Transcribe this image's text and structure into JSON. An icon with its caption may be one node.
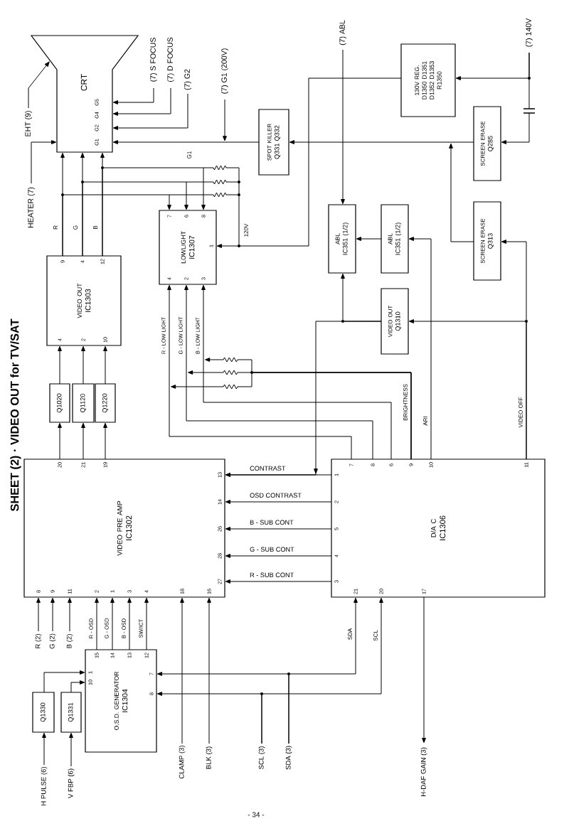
{
  "diagram": {
    "title": "SHEET (2) · VIDEO OUT for TV/SAT",
    "nodes": [
      {
        "text": [
          "CRT"
        ]
      },
      {
        "text": [
          "EHT (9)"
        ]
      },
      {
        "text": [
          "HEATER (7)"
        ]
      },
      {
        "text": [
          "(7) S FOCUS"
        ]
      },
      {
        "text": [
          "(7) D FOCUS"
        ]
      },
      {
        "text": [
          "(7) G2"
        ]
      },
      {
        "text": [
          "(7) G1 (200V)"
        ]
      },
      {
        "text": [
          "SPOT KILLER",
          "Q331 Q332"
        ]
      },
      {
        "text": [
          "(7) ABL"
        ]
      },
      {
        "text": [
          "130V REG.",
          "D1350 D1351 D1352 D1353 R1350"
        ]
      },
      {
        "text": [
          "(7) 140V"
        ]
      },
      {
        "text": [
          "SCREEN ERASE",
          "Q285"
        ]
      },
      {
        "text": [
          "VIDEO OUT",
          "IC1303"
        ]
      },
      {
        "text": [
          "LOWLIGHT",
          "IC1307"
        ]
      },
      {
        "text": [
          "ABL",
          "IC351 (1/2)"
        ]
      },
      {
        "text": [
          "ABL",
          "IC351 (1/2)"
        ]
      },
      {
        "text": [
          "SCREEN ERASE",
          "Q313"
        ]
      },
      {
        "text": [
          "Q1020"
        ]
      },
      {
        "text": [
          "Q1120"
        ]
      },
      {
        "text": [
          "Q1220"
        ]
      },
      {
        "text": [
          "VIDEO OUT",
          "Q1310"
        ]
      },
      {
        "text": [
          "VIDEO PRE AMP",
          "IC1302"
        ]
      },
      {
        "text": [
          "D/A C",
          "IC1306"
        ]
      },
      {
        "text": [
          "R (2)"
        ]
      },
      {
        "text": [
          "G (2)"
        ]
      },
      {
        "text": [
          "B (2)"
        ]
      },
      {
        "text": [
          "O.S.D. GENERATOR",
          "IC1304"
        ]
      },
      {
        "text": [
          "Q1330"
        ]
      },
      {
        "text": [
          "Q1331"
        ]
      },
      {
        "text": [
          "H PULSE (6)"
        ]
      },
      {
        "text": [
          "V FBP (6)"
        ]
      },
      {
        "text": [
          "CLAMP (3)"
        ]
      },
      {
        "text": [
          "BLK (3)"
        ]
      },
      {
        "text": [
          "SCL (3)"
        ]
      },
      {
        "text": [
          "SDA (3)"
        ]
      },
      {
        "text": [
          "H-DAF GAIN (3)"
        ]
      }
    ],
    "edges": [
      {
        "from": 1,
        "to": 0,
        "arrow": "to"
      },
      {
        "from": 2,
        "to": 0,
        "arrow": "to"
      },
      {
        "from": 3,
        "to": 0,
        "arrow": "to"
      },
      {
        "from": 4,
        "to": 0,
        "arrow": "to"
      },
      {
        "from": 5,
        "to": 0,
        "arrow": "to"
      },
      {
        "from": 6,
        "to": null,
        "arrow": "to"
      },
      {
        "from": 7,
        "to": 0,
        "arrow": "to",
        "label": "G1"
      },
      {
        "from": 10,
        "to": 9,
        "arrow": "to"
      },
      {
        "from": 10,
        "to": 11,
        "arrow": "to"
      },
      {
        "from": 11,
        "to": 7,
        "arrow": "to"
      },
      {
        "from": 16,
        "to": null,
        "arrow": "to"
      },
      {
        "from": 8,
        "to": 14,
        "arrow": "to"
      },
      {
        "from": 15,
        "to": 14,
        "arrow": "to"
      },
      {
        "from": 12,
        "to": 0,
        "arrow": "to",
        "label": "R"
      },
      {
        "from": 12,
        "to": 0,
        "arrow": "to",
        "label": "G"
      },
      {
        "from": 12,
        "to": 0,
        "arrow": "to",
        "label": "B"
      },
      {
        "from": 12,
        "to": 13,
        "arrow": "to"
      },
      {
        "from": 12,
        "to": 13,
        "arrow": "to"
      },
      {
        "from": 12,
        "to": 13,
        "arrow": "to"
      },
      {
        "from": 9,
        "to": 13,
        "arrow": "to",
        "label": "120V"
      },
      {
        "from": 21,
        "to": 17,
        "arrow": "to"
      },
      {
        "from": 21,
        "to": 18,
        "arrow": "to"
      },
      {
        "from": 21,
        "to": 19,
        "arrow": "to"
      },
      {
        "from": 17,
        "to": 12,
        "arrow": "to"
      },
      {
        "from": 18,
        "to": 12,
        "arrow": "to"
      },
      {
        "from": 19,
        "to": 12,
        "arrow": "to"
      },
      {
        "from": 22,
        "to": 20,
        "arrow": "to"
      },
      {
        "from": 22,
        "to": 16,
        "arrow": "to",
        "label": "VIDEO OFF"
      },
      {
        "from": 20,
        "to": 14,
        "arrow": "to"
      },
      {
        "from": 20,
        "to": 21,
        "arrow": "to"
      },
      {
        "from": 22,
        "to": 15,
        "arrow": "to",
        "label": "ARI"
      },
      {
        "from": 22,
        "to": 13,
        "arrow": "to",
        "label": "R - LOW LIGHT"
      },
      {
        "from": 22,
        "to": 13,
        "arrow": "to",
        "label": "G - LOW LIGHT"
      },
      {
        "from": 22,
        "to": 13,
        "arrow": "to",
        "label": "B - LOW LIGHT"
      },
      {
        "from": 22,
        "to": null,
        "arrow": "to",
        "label": "BRIGHTNESS"
      },
      {
        "from": 22,
        "to": null,
        "arrow": "to"
      },
      {
        "from": 22,
        "to": null,
        "arrow": "to"
      },
      {
        "from": 22,
        "to": 21,
        "arrow": "to",
        "label": "CONTRAST"
      },
      {
        "from": 22,
        "to": 21,
        "arrow": "to",
        "label": "OSD CONTRAST"
      },
      {
        "from": 22,
        "to": 21,
        "arrow": "to",
        "label": "B - SUB CONT"
      },
      {
        "from": 22,
        "to": 21,
        "arrow": "to",
        "label": "G - SUB CONT"
      },
      {
        "from": 22,
        "to": 21,
        "arrow": "to",
        "label": "R - SUB CONT"
      },
      {
        "from": 23,
        "to": 21,
        "arrow": "to"
      },
      {
        "from": 24,
        "to": 21,
        "arrow": "to"
      },
      {
        "from": 25,
        "to": 21,
        "arrow": "to"
      },
      {
        "from": 26,
        "to": 21,
        "arrow": "to",
        "label": "R - OSD"
      },
      {
        "from": 26,
        "to": 21,
        "arrow": "to",
        "label": "G - OSD"
      },
      {
        "from": 26,
        "to": 21,
        "arrow": "to",
        "label": "B - OSD"
      },
      {
        "from": 26,
        "to": 21,
        "arrow": "to",
        "label": "SW/ICT"
      },
      {
        "from": 27,
        "to": 26,
        "arrow": "to"
      },
      {
        "from": 28,
        "to": 26,
        "arrow": "to"
      },
      {
        "from": 29,
        "to": 27,
        "arrow": "to"
      },
      {
        "from": 30,
        "to": 28,
        "arrow": "to"
      },
      {
        "from": 31,
        "to": 21,
        "arrow": "to"
      },
      {
        "from": 32,
        "to": 21,
        "arrow": "to"
      },
      {
        "from": 34,
        "to": 22,
        "arrow": "to",
        "label": "SDA"
      },
      {
        "from": 34,
        "to": 26,
        "arrow": "to"
      },
      {
        "from": 33,
        "to": 22,
        "arrow": "to",
        "label": "SCL"
      },
      {
        "from": 33,
        "to": 26,
        "arrow": "to"
      },
      {
        "from": 22,
        "to": 35,
        "arrow": "to"
      }
    ],
    "labels": [
      "G5",
      "G4",
      "G2",
      "G1",
      "9",
      "4",
      "12",
      "7",
      "6",
      "8",
      "1",
      "4",
      "2",
      "3",
      "4",
      "2",
      "10",
      "20",
      "21",
      "19",
      "7",
      "8",
      "6",
      "9",
      "10",
      "11",
      "13",
      "14",
      "26",
      "28",
      "27",
      "1",
      "2",
      "5",
      "4",
      "3",
      "8",
      "9",
      "11",
      "2",
      "1",
      "3",
      "4",
      "18",
      "16",
      "21",
      "20",
      "17",
      "15",
      "14",
      "13",
      "12",
      "1",
      "10",
      "7",
      "8",
      "- 34 -"
    ]
  }
}
